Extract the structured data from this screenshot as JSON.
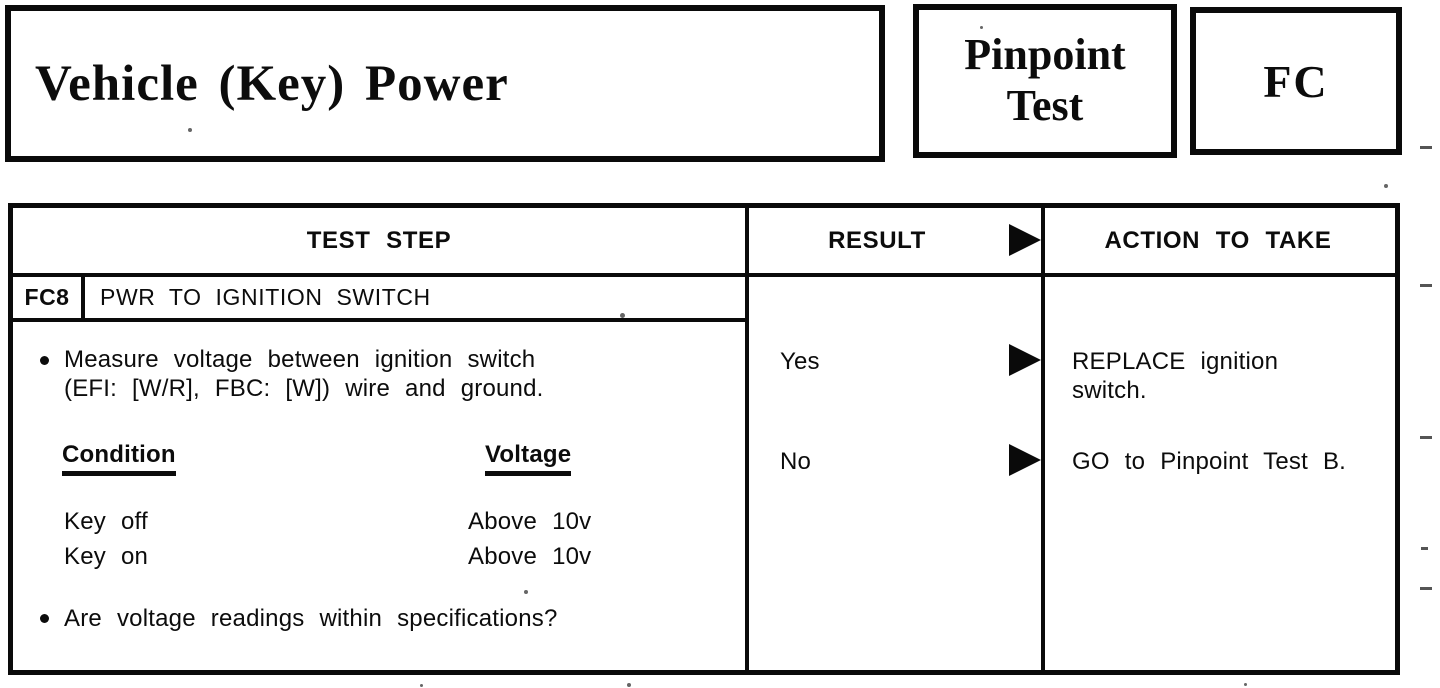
{
  "header": {
    "title": "Vehicle (Key) Power",
    "pinpoint_line1": "Pinpoint",
    "pinpoint_line2": "Test",
    "test_code": "FC"
  },
  "table": {
    "headers": {
      "test_step": "TEST STEP",
      "result": "RESULT",
      "action": "ACTION TO TAKE"
    }
  },
  "step": {
    "id": "FC8",
    "name": "PWR TO IGNITION SWITCH",
    "instruction_line1": "Measure voltage between ignition switch",
    "instruction_line2": "(EFI: [W/R], FBC: [W]) wire and ground.",
    "spec": {
      "condition_header": "Condition",
      "voltage_header": "Voltage",
      "rows": [
        {
          "condition": "Key off",
          "voltage": "Above 10v"
        },
        {
          "condition": "Key on",
          "voltage": "Above 10v"
        }
      ]
    },
    "question": "Are voltage readings within specifications?",
    "results": [
      {
        "result": "Yes",
        "action_line1": "REPLACE ignition",
        "action_line2": "switch."
      },
      {
        "result": "No",
        "action_line1": "GO to Pinpoint Test B.",
        "action_line2": ""
      }
    ]
  },
  "icons": {
    "result_arrow": "right-filled-triangle"
  },
  "colors": {
    "ink": "#0c0c0c",
    "paper": "#ffffff"
  }
}
